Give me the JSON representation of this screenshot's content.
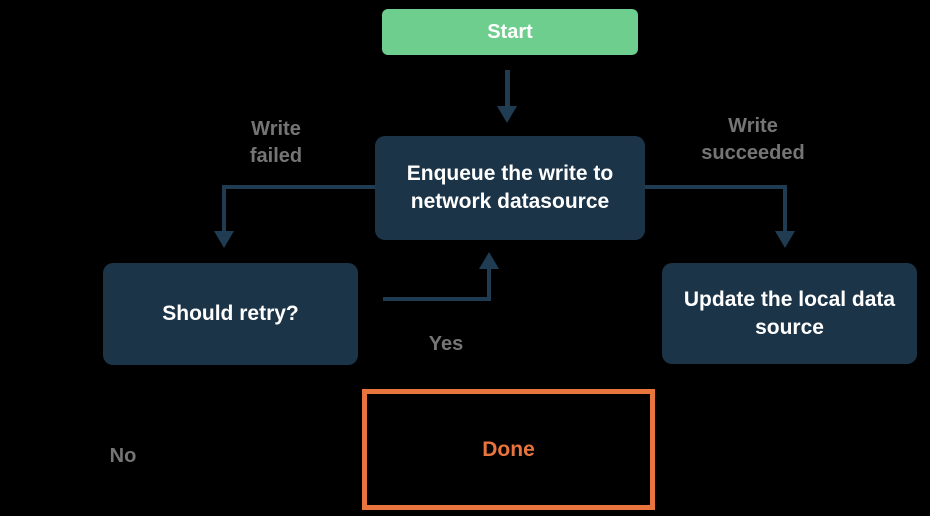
{
  "flowchart": {
    "nodes": {
      "start": "Start",
      "enqueue": "Enqueue the write to\nnetwork datasource",
      "should_retry": "Should retry?",
      "update_local": "Update the local data\nsource",
      "done": "Done"
    },
    "labels": {
      "write_failed": "Write\nfailed",
      "write_succeeded": "Write\nsucceeded",
      "yes": "Yes",
      "no": "No"
    },
    "colors": {
      "background": "#000000",
      "node_fill": "#1C3447",
      "node_text": "#FFFFFF",
      "start_fill": "#6DCE8D",
      "arrow": "#203C52",
      "edge_label_gray": "#757575",
      "done_accent": "#E8743E"
    }
  }
}
